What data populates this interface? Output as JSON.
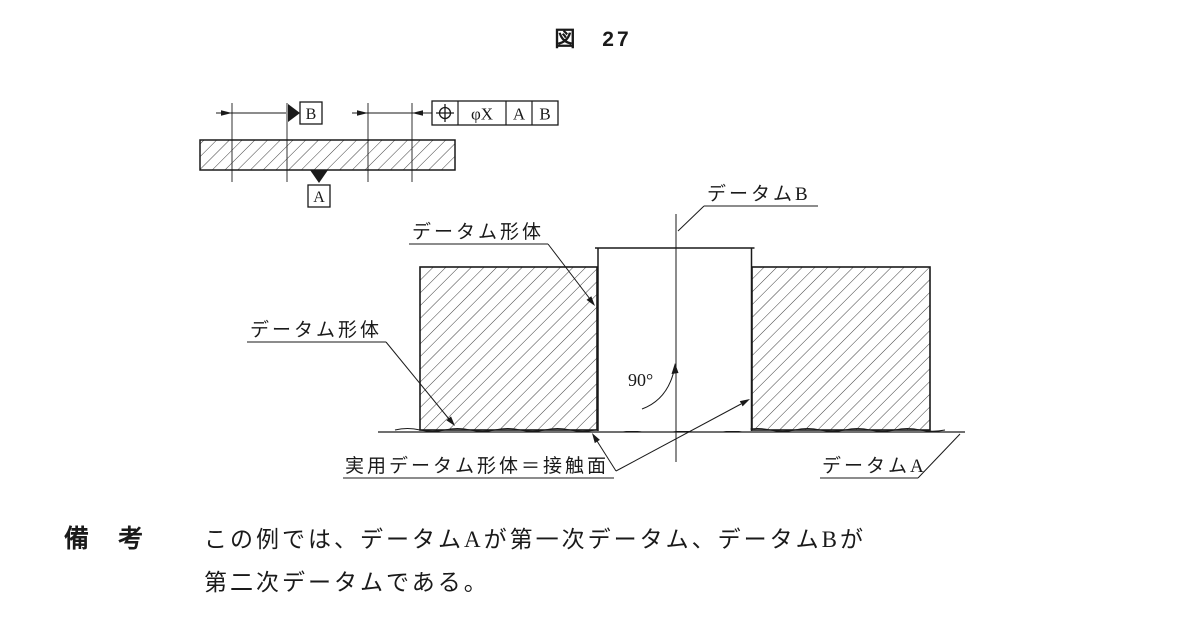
{
  "colors": {
    "ink": "#1a1a1a",
    "paper": "#ffffff"
  },
  "title": "図　27",
  "small_view": {
    "datum_box_b": "B",
    "datum_box_a": "A",
    "fcf": {
      "symbol_icon": "position-tolerance-icon",
      "tolerance": "φX",
      "primary": "A",
      "secondary": "B"
    }
  },
  "labels": {
    "datum_b": "データムB",
    "datum_feature_top": "データム形体",
    "datum_feature_left": "データム形体",
    "angle": "90°",
    "practical_datum_feature": "実用データム形体＝接触面",
    "datum_a": "データムA"
  },
  "note": {
    "heading": "備　考",
    "line1": "この例では、データムAが第一次データム、データムBが",
    "line2": "第二次データムである。"
  }
}
